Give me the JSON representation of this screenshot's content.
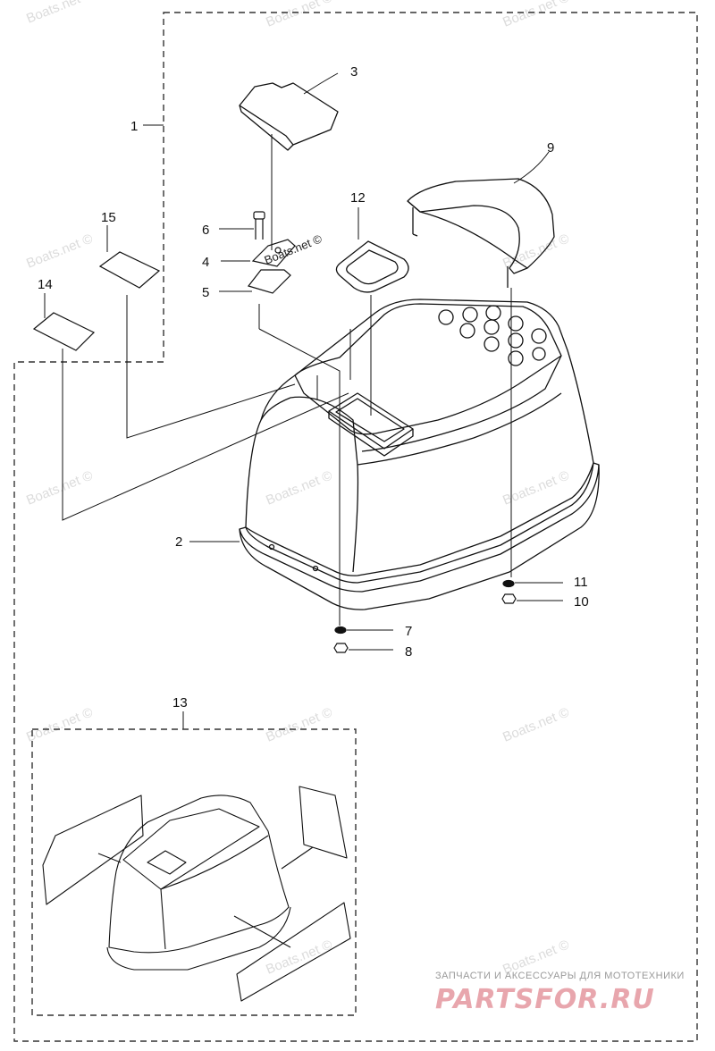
{
  "diagram": {
    "callouts": [
      {
        "id": "1",
        "text": "1"
      },
      {
        "id": "2",
        "text": "2"
      },
      {
        "id": "3",
        "text": "3"
      },
      {
        "id": "4",
        "text": "4"
      },
      {
        "id": "5",
        "text": "5"
      },
      {
        "id": "6",
        "text": "6"
      },
      {
        "id": "7",
        "text": "7"
      },
      {
        "id": "8",
        "text": "8"
      },
      {
        "id": "9",
        "text": "9"
      },
      {
        "id": "10",
        "text": "10"
      },
      {
        "id": "11",
        "text": "11"
      },
      {
        "id": "12",
        "text": "12"
      },
      {
        "id": "13",
        "text": "13"
      },
      {
        "id": "14",
        "text": "14"
      },
      {
        "id": "15",
        "text": "15"
      }
    ],
    "watermark_text": "Boats.net ©",
    "inline_watermark": "Boats.net ©"
  },
  "banner": {
    "tagline": "ЗАПЧАСТИ И АКСЕССУАРЫ ДЛЯ МОТОТЕХНИКИ",
    "logo": "PARTSFOR.RU",
    "logo_color": "#e8a6ad"
  },
  "colors": {
    "line": "#111111",
    "watermark": "#dcdcdc"
  }
}
